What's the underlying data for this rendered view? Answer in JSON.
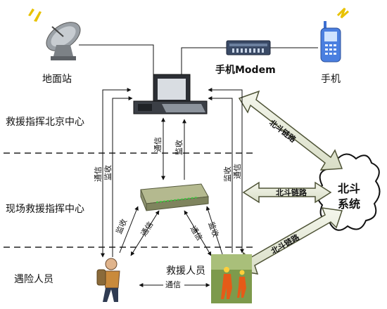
{
  "labels": {
    "ground_station": "地面站",
    "phone_modem": "手机Modem",
    "phone": "手机",
    "beijing_center": "救援指挥北京中心",
    "field_center": "现场救援指挥中心",
    "victim": "遇险人员",
    "rescuer": "救援人员",
    "beidou_line1": "北斗",
    "beidou_line2": "系统"
  },
  "edges": {
    "comm": "通信",
    "monitor": "监收",
    "beidou_link": "北斗链路"
  }
}
